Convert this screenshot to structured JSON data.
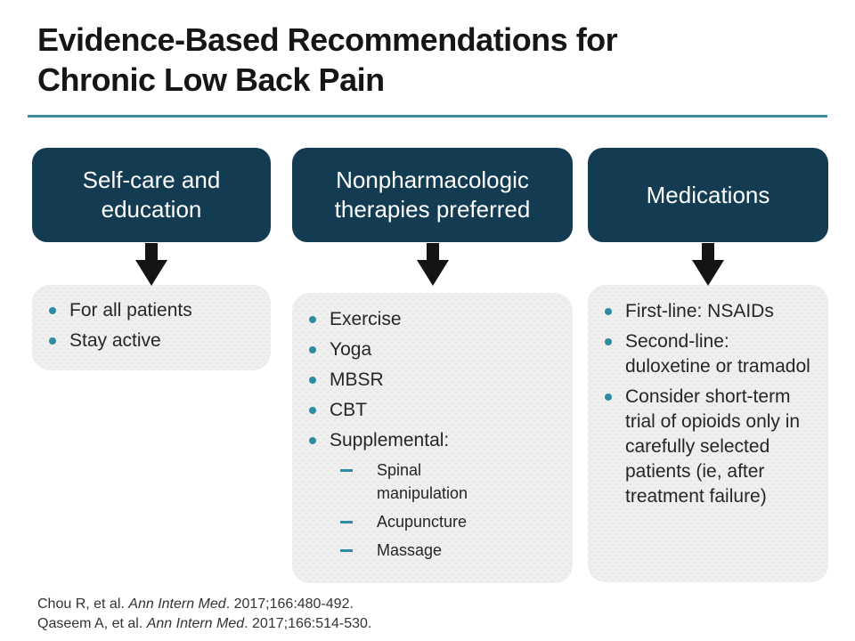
{
  "title": {
    "line1": "Evidence-Based Recommendations for",
    "line2": "Chronic Low Back Pain"
  },
  "columns": [
    {
      "header": "Self-care and education",
      "items": [
        {
          "level": 1,
          "text": "For all patients"
        },
        {
          "level": 1,
          "text": "Stay active"
        }
      ]
    },
    {
      "header": "Nonpharmacologic therapies preferred",
      "items": [
        {
          "level": 1,
          "text": "Exercise"
        },
        {
          "level": 1,
          "text": "Yoga"
        },
        {
          "level": 1,
          "text": "MBSR"
        },
        {
          "level": 1,
          "text": "CBT"
        },
        {
          "level": 1,
          "text": "Supplemental:"
        },
        {
          "level": 2,
          "text": "Spinal manipulation"
        },
        {
          "level": 2,
          "text": "Acupuncture"
        },
        {
          "level": 2,
          "text": "Massage"
        }
      ]
    },
    {
      "header": "Medications",
      "items": [
        {
          "level": 1,
          "text": "First-line: NSAIDs"
        },
        {
          "level": 1,
          "text": "Second-line: duloxetine or tramadol"
        },
        {
          "level": 1,
          "text": "Consider short-term trial of opioids only in carefully selected patients (ie, after treatment failure)"
        }
      ]
    }
  ],
  "footer": {
    "citations": [
      {
        "pre": "Chou R, et al. ",
        "journal": "Ann Intern Med",
        "post": ". 2017;166:480-492."
      },
      {
        "pre": "Qaseem A, et al. ",
        "journal": "Ann Intern Med",
        "post": ". 2017;166:514-530."
      }
    ]
  },
  "colors": {
    "header_box_bg": "#133C52",
    "divider_teal": "#3A8FA0",
    "bullet_teal": "#2E8CA2",
    "content_box_bg": "#EFEFEF",
    "arrow_black": "#141414",
    "title_text": "#161616",
    "body_text": "#262626"
  }
}
